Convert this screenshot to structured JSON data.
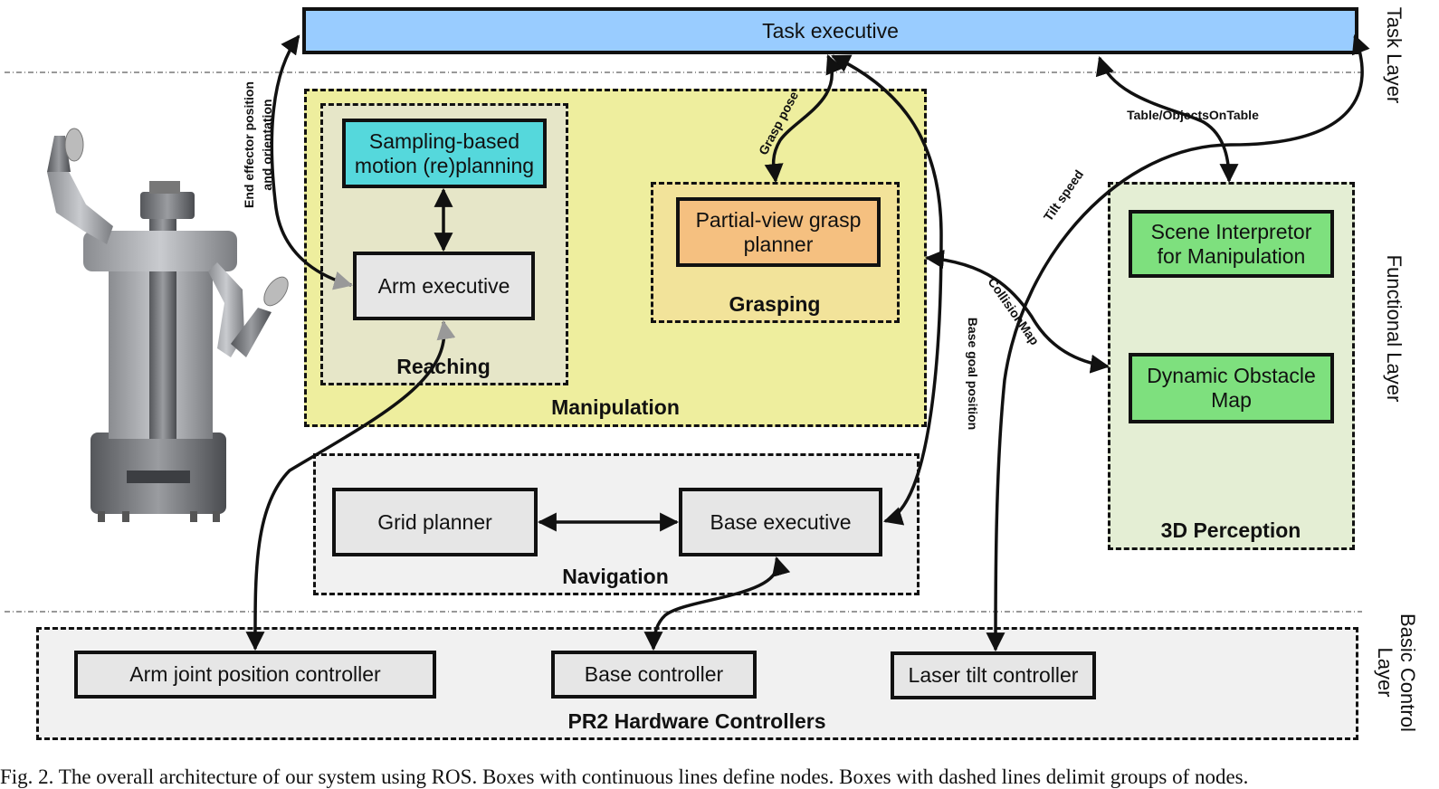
{
  "layers": {
    "task": "Task Layer",
    "functional": "Functional Layer",
    "basic_line1": "Basic Control",
    "basic_line2": "Layer"
  },
  "nodes": {
    "task_executive": "Task executive",
    "sampling_planner": "Sampling-based motion (re)planning",
    "arm_executive": "Arm executive",
    "grasp_planner": "Partial-view grasp planner",
    "scene_interpretor": "Scene Interpretor for Manipulation",
    "dynamic_obstacle_map": "Dynamic Obstacle Map",
    "grid_planner": "Grid planner",
    "base_executive": "Base executive",
    "arm_joint_controller": "Arm joint position controller",
    "base_controller": "Base controller",
    "laser_tilt_controller": "Laser tilt controller"
  },
  "regions": {
    "manipulation": "Manipulation",
    "reaching": "Reaching",
    "grasping": "Grasping",
    "perception": "3D Perception",
    "navigation": "Navigation",
    "hardware": "PR2 Hardware Controllers"
  },
  "edge_labels": {
    "end_effector_1": "End effector position",
    "end_effector_2": "and orientation",
    "grasp_pose": "Grasp pose",
    "table_objects": "Table/ObjectsOnTable",
    "tilt_speed": "Tilt speed",
    "collision_map": "CollisionMap",
    "base_goal": "Base goal position"
  },
  "caption": "Fig. 2.   The overall architecture of our system using ROS. Boxes with continuous lines define nodes. Boxes with dashed lines delimit groups of nodes.",
  "colors": {
    "task_executive": "#99ccff",
    "sampling_planner": "#55d8dc",
    "grasp_planner": "#f5c080",
    "perception_nodes": "#7ee07e",
    "grey_nodes": "#e6e6e6",
    "manipulation_bg": "#eeee9e",
    "perception_bg": "#e4eed4",
    "navigation_bg": "#f1f1f1"
  }
}
